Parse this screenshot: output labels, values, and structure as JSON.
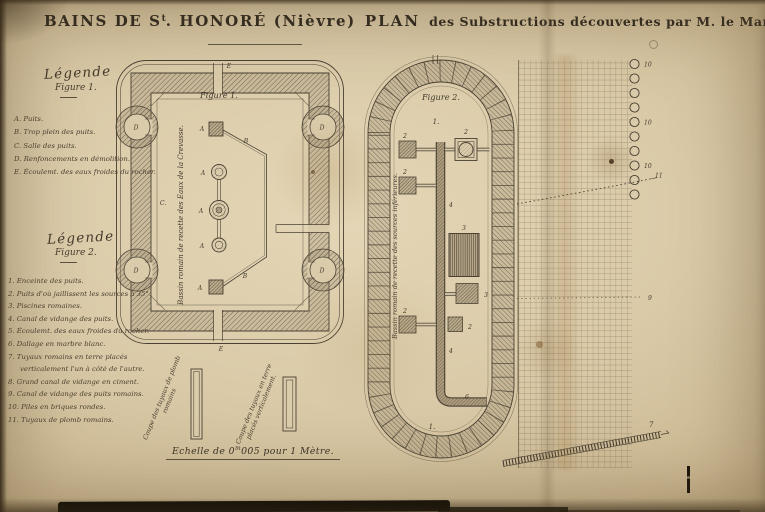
{
  "title": {
    "part1": "BAINS DE S",
    "sup": "t",
    "part2": ". HONORÉ (Nièvre)",
    "part3": "PLAN",
    "part4": "des Substructions découvertes par M. le Marquis d'Espeuilles."
  },
  "legend_fig1": {
    "heading": "Légende",
    "subheading": "Figure 1.",
    "items": [
      {
        "key": "A.",
        "text": "Puits."
      },
      {
        "key": "B.",
        "text": "Trop plein des puits."
      },
      {
        "key": "C.",
        "text": "Salle des puits."
      },
      {
        "key": "D.",
        "text": "Renfoncements en démolition."
      },
      {
        "key": "E.",
        "text": "Écoulemt. des eaux froides du rocher."
      }
    ]
  },
  "legend_fig2": {
    "heading": "Légende",
    "subheading": "Figure 2.",
    "items": [
      {
        "key": "1.",
        "text": "Enceinte des puits."
      },
      {
        "key": "2.",
        "text": "Puits d'où jaillissent les sources à 35°."
      },
      {
        "key": "3.",
        "text": "Piscines romaines."
      },
      {
        "key": "4.",
        "text": "Canal de vidange des puits."
      },
      {
        "key": "5.",
        "text": "Écoulemt. des eaux froides du rocher."
      },
      {
        "key": "6.",
        "text": "Dallage en marbre blanc."
      },
      {
        "key": "7.",
        "text": "Tuyaux romains en terre placés verticalement l'un à côté de l'autre."
      },
      {
        "key": "8.",
        "text": "Grand canal de vidange en ciment."
      },
      {
        "key": "9.",
        "text": "Canal de vidange des puits romains."
      },
      {
        "key": "10.",
        "text": "Piles en briques rondes."
      },
      {
        "key": "11.",
        "text": "Tuyaux de plomb romains."
      }
    ]
  },
  "figure1": {
    "caption": "Figure 1.",
    "basin_label": "Bassin romain de recette des Eaux de la Crevasse.",
    "marks": {
      "a": "A",
      "b": "B",
      "c": "C.",
      "d": "D",
      "e": "E"
    }
  },
  "figure2": {
    "caption": "Figure 2.",
    "basin_label": "Bassin romain de recette des sources inférieures.",
    "marks": {
      "one": "1.",
      "two": "2",
      "three": "3",
      "four": "4",
      "six": "6"
    }
  },
  "sections": {
    "coupe_plomb": "Coupe des tuyaux de plomb romains",
    "coupe_terre": "Coupe des tuyaux en terre placés verticalement.",
    "scale_prefix": "Echelle de 0",
    "scale_sup": "m",
    "scale_suffix": "005 pour 1 Mètre."
  },
  "grid_panel": {
    "pile_labels": [
      "10",
      "10",
      "10"
    ],
    "lead_pipe_label": "11",
    "drain_label": "9",
    "clay_pipe_label": "7"
  },
  "colors": {
    "ink": "#4a4134",
    "paper": "#dacbaa"
  }
}
